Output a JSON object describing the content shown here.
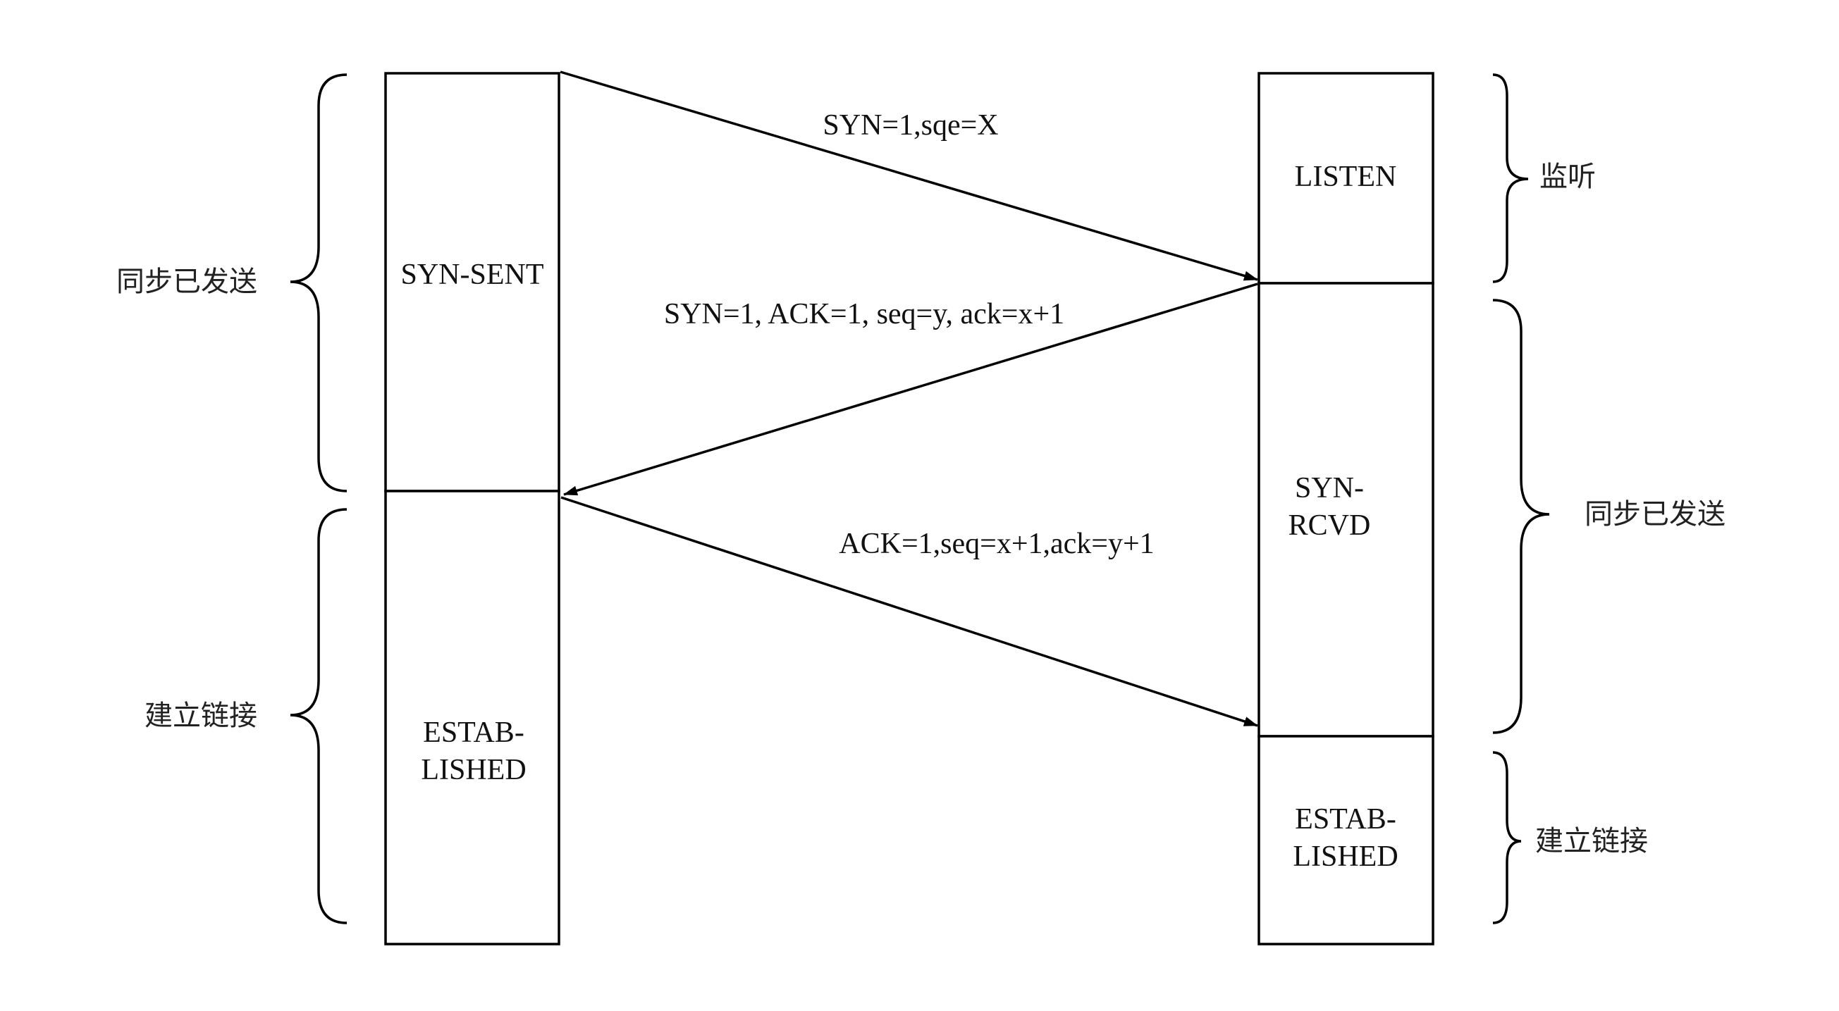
{
  "client": {
    "states": [
      {
        "lines": [
          "SYN-SENT"
        ]
      },
      {
        "lines": [
          "ESTAB-",
          "LISHED"
        ]
      }
    ],
    "phases": [
      "同步已发送",
      "建立链接"
    ]
  },
  "server": {
    "states": [
      {
        "lines": [
          "LISTEN"
        ]
      },
      {
        "lines": [
          "SYN-",
          "RCVD"
        ]
      },
      {
        "lines": [
          "ESTAB-",
          "LISHED"
        ]
      }
    ],
    "phases": [
      "监听",
      "同步已发送",
      "建立链接"
    ]
  },
  "messages": [
    {
      "label": "SYN=1,sqe=X",
      "direction": "client-to-server"
    },
    {
      "label": "SYN=1, ACK=1, seq=y, ack=x+1",
      "direction": "server-to-client"
    },
    {
      "label": "ACK=1,seq=x+1,ack=y+1",
      "direction": "client-to-server"
    }
  ]
}
